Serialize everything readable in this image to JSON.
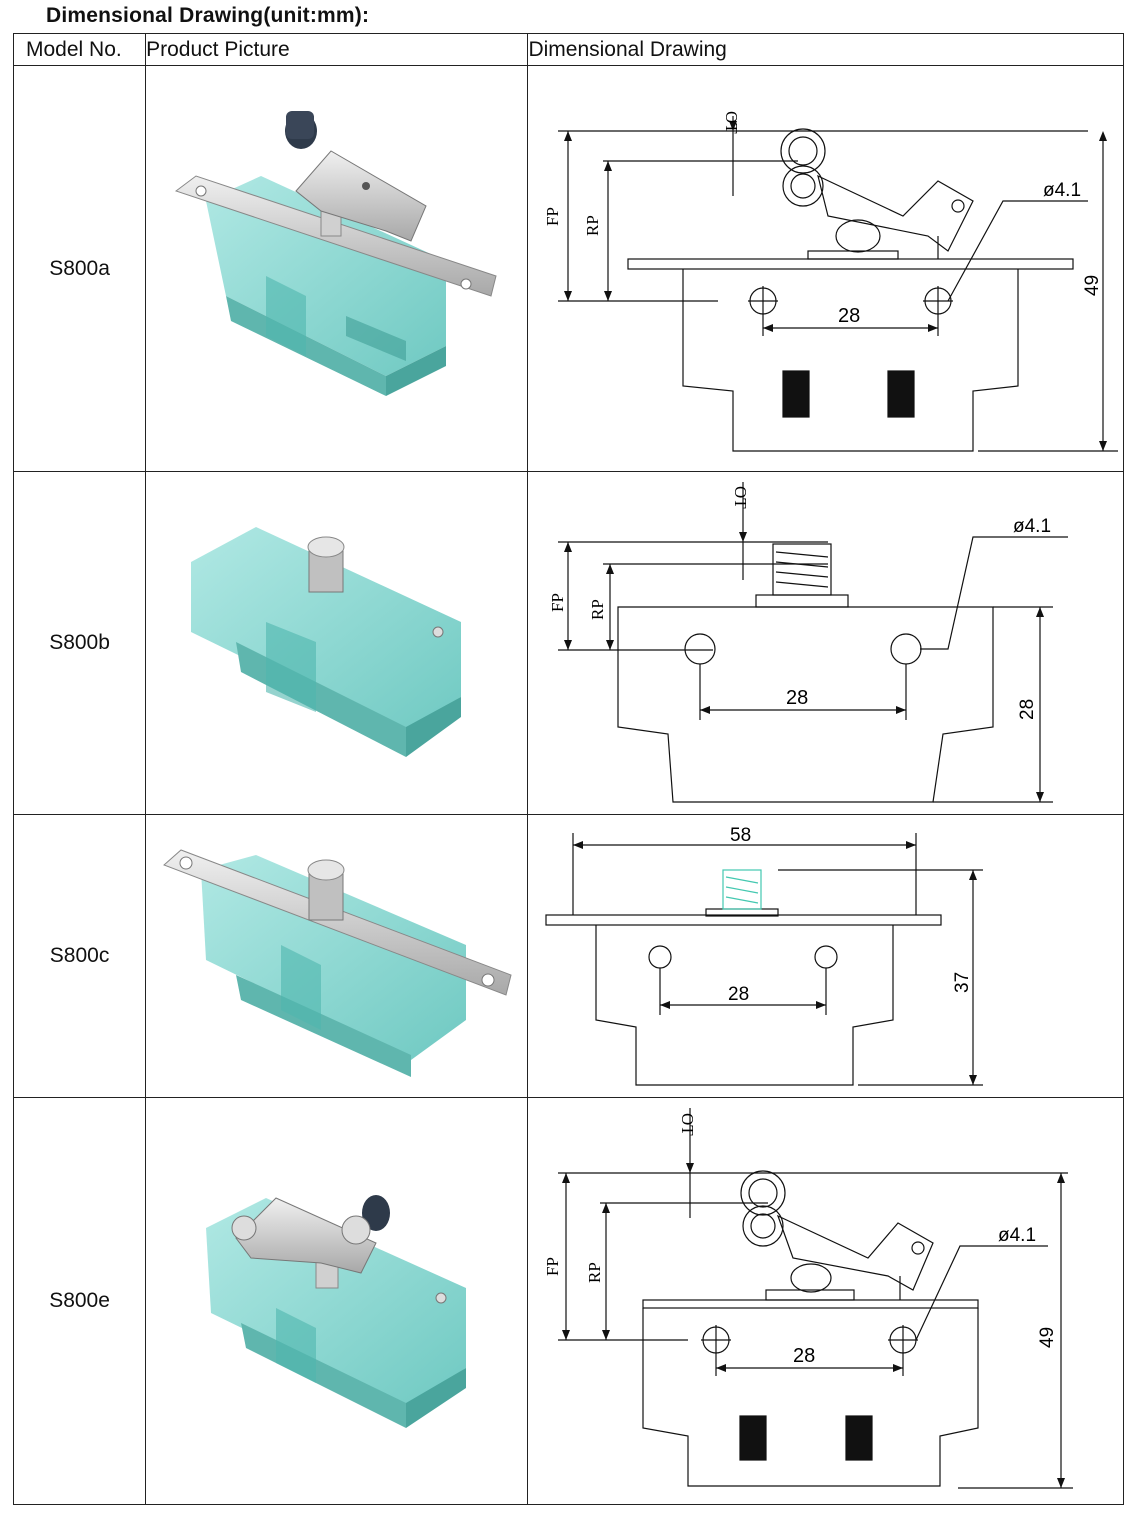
{
  "heading": "Dimensional Drawing(unit:mm):",
  "columns": {
    "model": "Model No.",
    "picture": "Product Picture",
    "drawing": "Dimensional Drawing"
  },
  "rows": [
    {
      "model": "S800a",
      "dims": {
        "ot": "OT",
        "fp": "FP",
        "rp": "RP",
        "hole": "ø4.1",
        "spacing": "28",
        "height": "49"
      }
    },
    {
      "model": "S800b",
      "dims": {
        "ot": "OT",
        "fp": "FP",
        "rp": "RP",
        "hole": "ø4.1",
        "spacing": "28",
        "height": "28"
      }
    },
    {
      "model": "S800c",
      "dims": {
        "width": "58",
        "spacing": "28",
        "height": "37"
      }
    },
    {
      "model": "S800e",
      "dims": {
        "ot": "OT",
        "fp": "FP",
        "rp": "RP",
        "hole": "ø4.1",
        "spacing": "28",
        "height": "49"
      }
    }
  ],
  "colors": {
    "switch_body": "#7fd6cf",
    "switch_body_dark": "#4fb5ae",
    "metal": "#c9c9c9",
    "roller": "#2e3a4a",
    "line": "#111111"
  }
}
